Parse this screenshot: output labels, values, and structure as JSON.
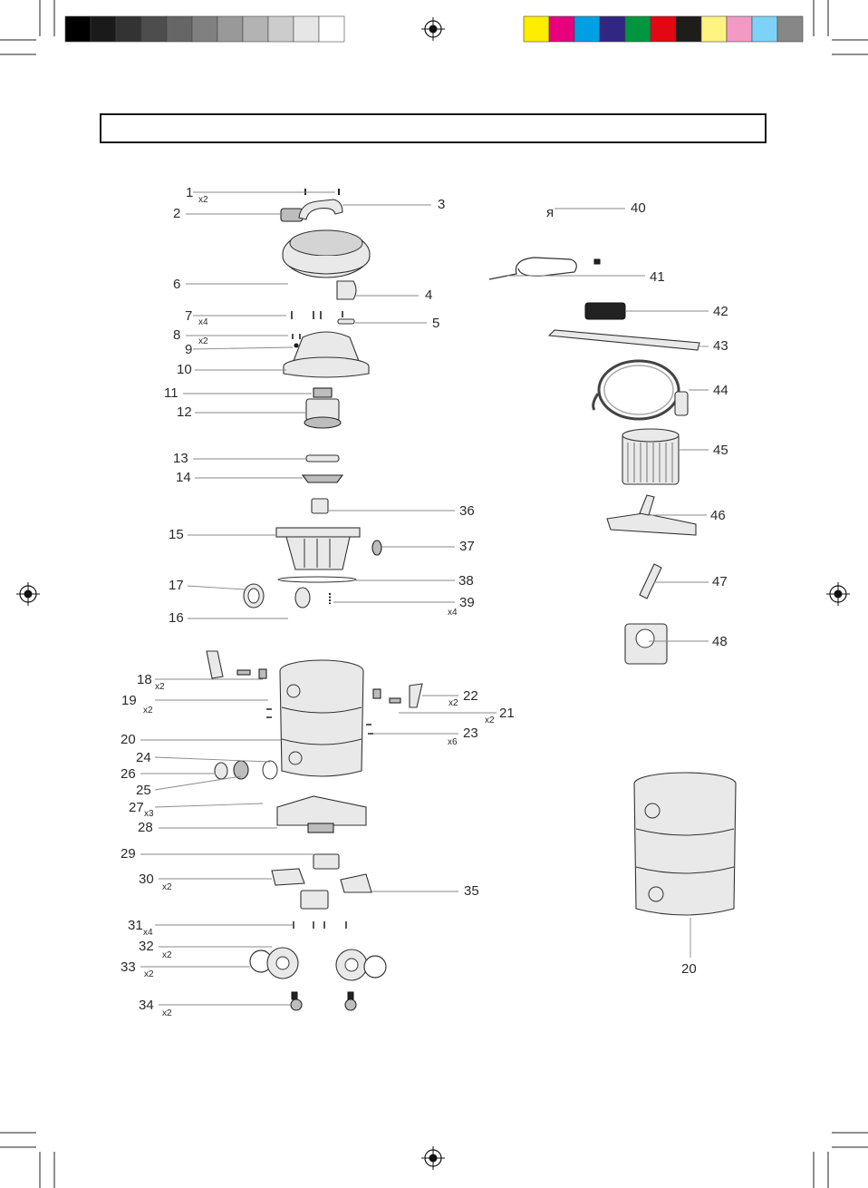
{
  "header": {
    "title": ""
  },
  "color_bar": {
    "grays": [
      "#000000",
      "#1a1a1a",
      "#333333",
      "#4d4d4d",
      "#666666",
      "#808080",
      "#999999",
      "#b3b3b3",
      "#cccccc",
      "#e6e6e6",
      "#ffffff"
    ],
    "colors": [
      "#ffed00",
      "#e6007e",
      "#009fe3",
      "#312783",
      "#009640",
      "#e30613",
      "#1d1d1b",
      "#fff381",
      "#f39ac4",
      "#7dd3f7",
      "#878787"
    ]
  },
  "callouts": [
    {
      "n": "1",
      "q": "x2"
    },
    {
      "n": "2",
      "q": ""
    },
    {
      "n": "3",
      "q": ""
    },
    {
      "n": "4",
      "q": ""
    },
    {
      "n": "5",
      "q": ""
    },
    {
      "n": "6",
      "q": ""
    },
    {
      "n": "7",
      "q": "x4"
    },
    {
      "n": "8",
      "q": "x2"
    },
    {
      "n": "9",
      "q": ""
    },
    {
      "n": "10",
      "q": ""
    },
    {
      "n": "11",
      "q": ""
    },
    {
      "n": "12",
      "q": ""
    },
    {
      "n": "13",
      "q": ""
    },
    {
      "n": "14",
      "q": ""
    },
    {
      "n": "15",
      "q": ""
    },
    {
      "n": "16",
      "q": ""
    },
    {
      "n": "17",
      "q": ""
    },
    {
      "n": "18",
      "q": "x2"
    },
    {
      "n": "19",
      "q": "x2"
    },
    {
      "n": "20",
      "q": ""
    },
    {
      "n": "21",
      "q": "x2"
    },
    {
      "n": "22",
      "q": "x2"
    },
    {
      "n": "23",
      "q": "x6"
    },
    {
      "n": "24",
      "q": ""
    },
    {
      "n": "25",
      "q": ""
    },
    {
      "n": "26",
      "q": ""
    },
    {
      "n": "27",
      "q": "x3"
    },
    {
      "n": "28",
      "q": ""
    },
    {
      "n": "29",
      "q": ""
    },
    {
      "n": "30",
      "q": "x2"
    },
    {
      "n": "31",
      "q": "x4"
    },
    {
      "n": "32",
      "q": "x2"
    },
    {
      "n": "33",
      "q": "x2"
    },
    {
      "n": "34",
      "q": "x2"
    },
    {
      "n": "35",
      "q": ""
    },
    {
      "n": "36",
      "q": ""
    },
    {
      "n": "37",
      "q": ""
    },
    {
      "n": "38",
      "q": ""
    },
    {
      "n": "39",
      "q": "x4"
    },
    {
      "n": "40",
      "q": ""
    },
    {
      "n": "41",
      "q": ""
    },
    {
      "n": "42",
      "q": ""
    },
    {
      "n": "43",
      "q": ""
    },
    {
      "n": "44",
      "q": ""
    },
    {
      "n": "45",
      "q": ""
    },
    {
      "n": "46",
      "q": ""
    },
    {
      "n": "47",
      "q": ""
    },
    {
      "n": "48",
      "q": ""
    },
    {
      "n": "20",
      "q": ""
    }
  ]
}
